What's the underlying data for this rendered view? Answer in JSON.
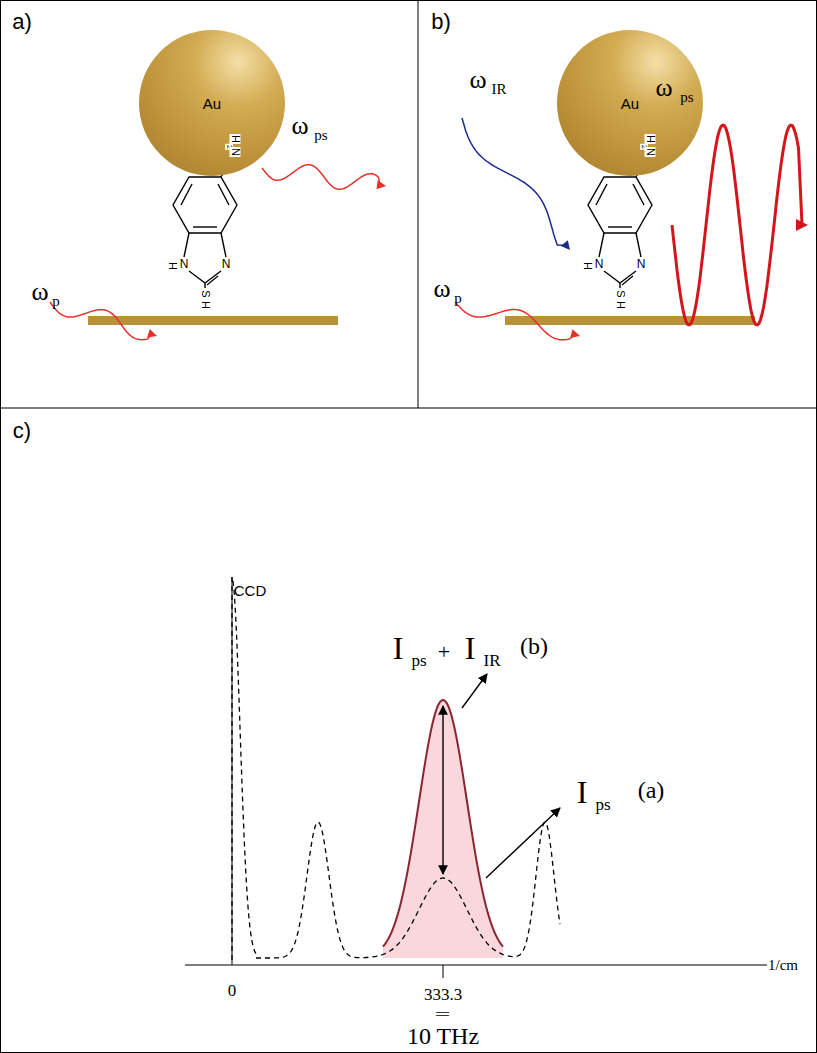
{
  "diagram": {
    "nodes": [
      {
        "text": [
          "Au"
        ]
      },
      {
        "text": [
          "Au"
        ]
      }
    ],
    "labels": [
      "a)",
      "ω",
      "p",
      "ω",
      "ps",
      "H",
      "2",
      "N",
      "N",
      "H",
      "N",
      "S",
      "H",
      "b)",
      "ω",
      "IR",
      "ω",
      "ps",
      "ω",
      "p",
      "H",
      "2",
      "N",
      "N",
      "H",
      "N",
      "S",
      "H",
      "c)",
      "CCD",
      "I",
      "ps",
      "+",
      "I",
      "IR",
      "(b)",
      "I",
      "ps",
      "(a)",
      "0",
      "333.3",
      "||",
      "10 THz",
      "1/cm"
    ]
  }
}
